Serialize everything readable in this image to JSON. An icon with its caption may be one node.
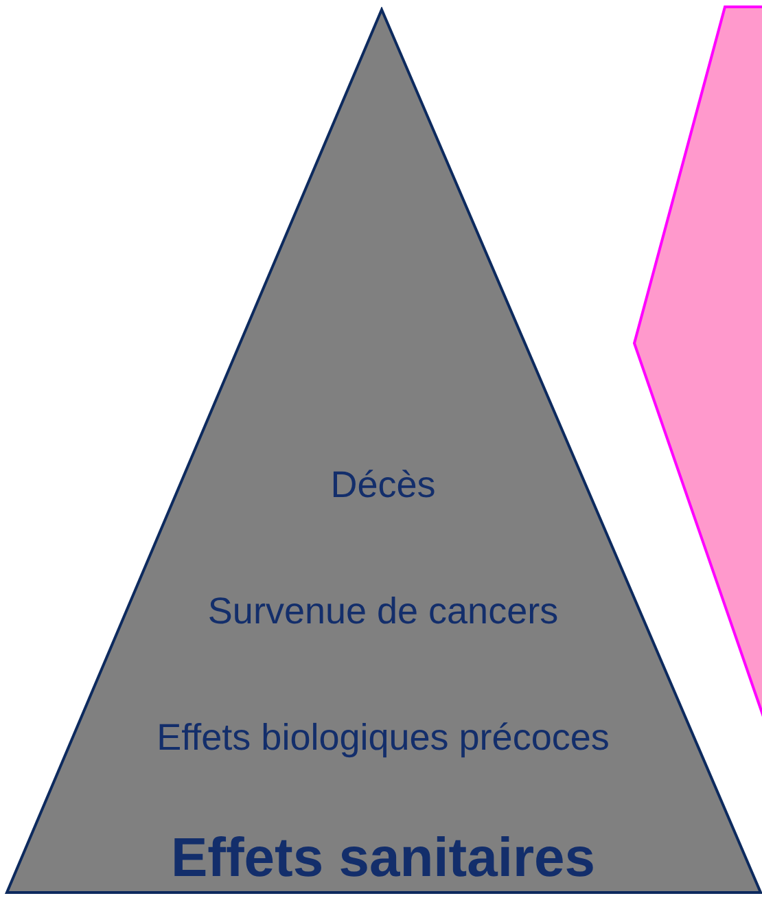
{
  "diagram": {
    "nodes": [
      {
        "text": [
          "Décès",
          "Survenue de cancers",
          "Effets biologiques précoces",
          "Effets sanitaires"
        ]
      },
      {
        "text": [],
        "shape": "chevron"
      }
    ]
  }
}
